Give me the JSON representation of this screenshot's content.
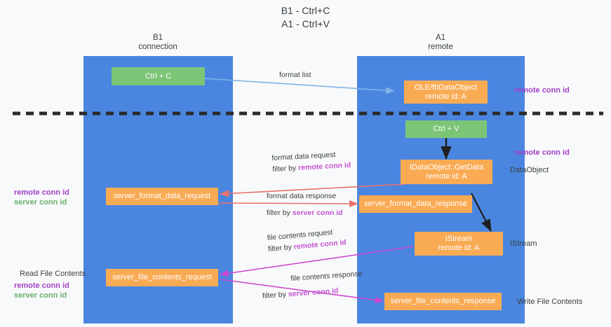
{
  "title": {
    "line1": "B1 - Ctrl+C",
    "line2": "A1 - Ctrl+V"
  },
  "columns": [
    {
      "name": "B1",
      "sub": "connection"
    },
    {
      "name": "A1",
      "sub": "remote"
    }
  ],
  "nodes": {
    "ctrl_c": {
      "label": "Ctrl + C"
    },
    "ctrl_v": {
      "label": "Ctrl + V"
    },
    "idataobject": {
      "line1": "OLE/ftIDataObject",
      "line2": "remote id: A"
    },
    "getdata": {
      "line1": "IDataObject::GetData",
      "line2": "remote id: A"
    },
    "istream": {
      "line1": "IStream",
      "line2": "remote id: A"
    },
    "server_format_data_request": {
      "label": "server_format_data_request"
    },
    "server_format_data_response": {
      "label": "server_format_data_response"
    },
    "server_file_contents_request": {
      "label": "server_file_contents_request"
    },
    "server_file_contents_response": {
      "label": "server_file_contents_response"
    }
  },
  "flows": {
    "format_list": {
      "label": "format list"
    },
    "format_data_request": {
      "line1": "format data request",
      "line2_pre": "filter by ",
      "line2_key": "remote conn id"
    },
    "format_data_response": {
      "line1": "format data response",
      "line2_pre": "filter by ",
      "line2_key": "server conn id"
    },
    "file_contents_request": {
      "line1": "file contents request",
      "line2_pre": "filter by ",
      "line2_key": "remote conn id"
    },
    "file_contents_response": {
      "line1": "file contents response",
      "line2_pre": "filter by ",
      "line2_key": "server conn id"
    }
  },
  "annotations": {
    "remote_conn_id_top": "remote conn id",
    "remote_conn_id_mid": "remote conn id",
    "dataobject": "DataObject",
    "istream": "IStream",
    "write_file_contents": "Write File Contents",
    "read_file_contents": "Read File Contents",
    "left_remote_conn_id": "remote conn id",
    "left_server_conn_id": "server conn id",
    "left_remote_conn_id_2": "remote conn id",
    "left_server_conn_id_2": "server conn id"
  },
  "colors": {
    "lane": "#4a86e0",
    "orange": "#f9ab54",
    "green": "#7cc576",
    "purple": "#a142c4",
    "green_text": "#67b06a",
    "red_arrow": "#e8736b",
    "magenta_arrow": "#cc44cc",
    "blue_arrow": "#7fb3e8",
    "divider": "#2b2b2b"
  }
}
